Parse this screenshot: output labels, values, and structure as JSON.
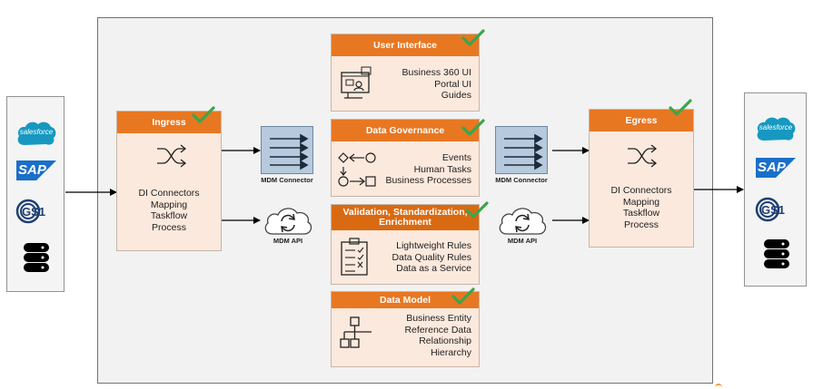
{
  "user_interface": {
    "title": "User Interface",
    "items": [
      "Business 360 UI",
      "Portal UI",
      "Guides"
    ]
  },
  "data_governance": {
    "title": "Data Governance",
    "items": [
      "Events",
      "Human Tasks",
      "Business Processes"
    ]
  },
  "validation": {
    "title_line1": "Validation, Standardization,",
    "title_line2": "Enrichment",
    "items": [
      "Lightweight Rules",
      "Data Quality Rules",
      "Data as a Service"
    ]
  },
  "data_model": {
    "title": "Data Model",
    "items": [
      "Business Entity",
      "Reference Data",
      "Relationship",
      "Hierarchy"
    ]
  },
  "ingress": {
    "title": "Ingress",
    "items": [
      "DI Connectors",
      "Mapping",
      "Taskflow",
      "Process"
    ]
  },
  "egress": {
    "title": "Egress",
    "items": [
      "DI Connectors",
      "Mapping",
      "Taskflow",
      "Process"
    ]
  },
  "connectors": {
    "left_label": "MDM Connector",
    "right_label": "MDM Connector",
    "left_api": "MDM API",
    "right_api": "MDM API"
  },
  "sources": {
    "salesforce": "salesforce",
    "sap": "SAP",
    "gs1": "GS1"
  },
  "colors": {
    "header_orange": "#e87722",
    "box_fill": "#fce9dd",
    "check_green": "#3aa64a",
    "connector_blue": "#b6c9dd",
    "salesforce_blue": "#1798c1",
    "sap_blue": "#1a6fc9",
    "gs1_navy": "#1e3f73"
  },
  "icons": [
    "check-icon",
    "shuffle-icon",
    "parallel-arrows-icon",
    "cloud-sync-icon",
    "screen-user-icon",
    "workflow-shapes-icon",
    "checklist-icon",
    "hierarchy-icon",
    "database-icon"
  ]
}
